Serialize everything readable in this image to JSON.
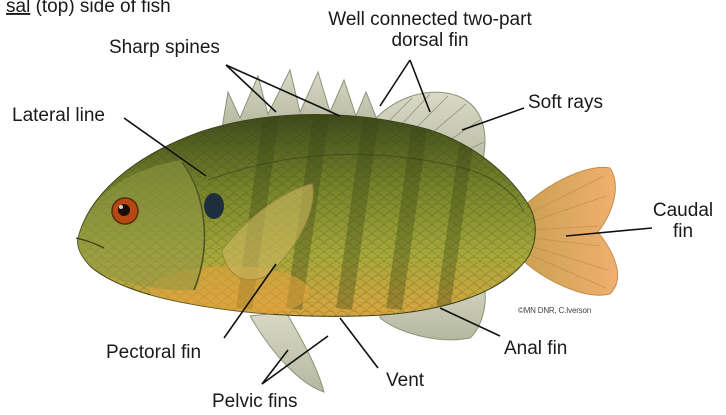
{
  "caption": {
    "underlined": "sal",
    "rest": " (top) side of fish"
  },
  "labels": {
    "dorsal_fin_line1": "Well connected two-part",
    "dorsal_fin_line2": "dorsal fin",
    "sharp_spines": "Sharp spines",
    "lateral_line": "Lateral line",
    "soft_rays": "Soft rays",
    "caudal_fin_line1": "Caudal",
    "caudal_fin_line2": "fin",
    "pectoral_fin": "Pectoral fin",
    "anal_fin": "Anal fin",
    "vent": "Vent",
    "pelvic_fins": "Pelvic fins"
  },
  "credit": "©MN DNR, C.Iverson",
  "colors": {
    "back": "#4f5a22",
    "body": "#8d962e",
    "belly": "#d8a040",
    "fins": "#c8c8b4",
    "tail": "#eaa860",
    "eye": "#b84812",
    "ear_spot": "#1e2e3c"
  }
}
